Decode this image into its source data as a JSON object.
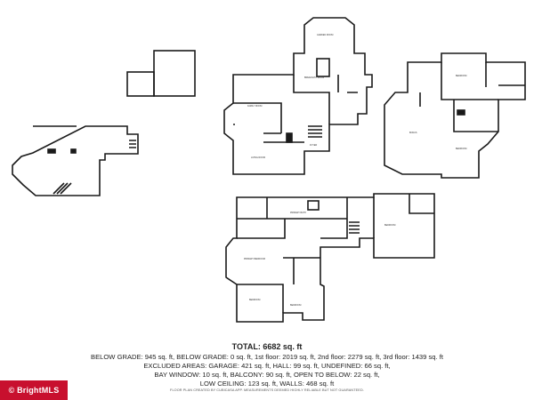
{
  "summary": {
    "total": "TOTAL: 6682 sq. ft",
    "line1": "BELOW GRADE: 945 sq. ft, BELOW GRADE: 0 sq. ft, 1st floor: 2019 sq. ft, 2nd floor: 2279 sq. ft, 3rd floor: 1439 sq. ft",
    "line2": "EXCLUDED AREAS: GARAGE: 421 sq. ft, HALL: 99 sq. ft, UNDEFINED: 66 sq. ft,",
    "line3": "BAY WINDOW: 10 sq. ft, BALCONY: 90 sq. ft, OPEN TO BELOW: 22 sq. ft,",
    "line4": "LOW CEILING: 123 sq. ft, WALLS: 468 sq. ft",
    "disclaimer": "FLOOR PLAN CREATED BY CUBICASA APP. MEASUREMENTS DEEMED HIGHLY RELIABLE BUT NOT GUARANTEED."
  },
  "badge": {
    "text": "© BrightMLS"
  },
  "colors": {
    "wall": "#1a1a1a",
    "badge": "#c8102e"
  }
}
